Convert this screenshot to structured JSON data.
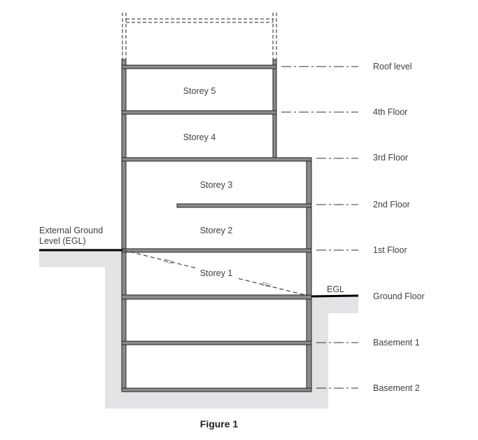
{
  "storeys": [
    "Storey 5",
    "Storey 4",
    "Storey 3",
    "Storey 2",
    "Storey 1"
  ],
  "levels": [
    "Roof level",
    "4th Floor",
    "3rd Floor",
    "2nd Floor",
    "1st Floor",
    "Ground Floor",
    "Basement 1",
    "Basement 2"
  ],
  "egl_label_line1": "External Ground",
  "egl_label_line2": "Level (EGL)",
  "egl_short": "EGL",
  "egl_inline": "EGL",
  "caption": "Figure 1",
  "colors": {
    "ground": "#e3e3e5",
    "wall": "#8a8a8a"
  }
}
